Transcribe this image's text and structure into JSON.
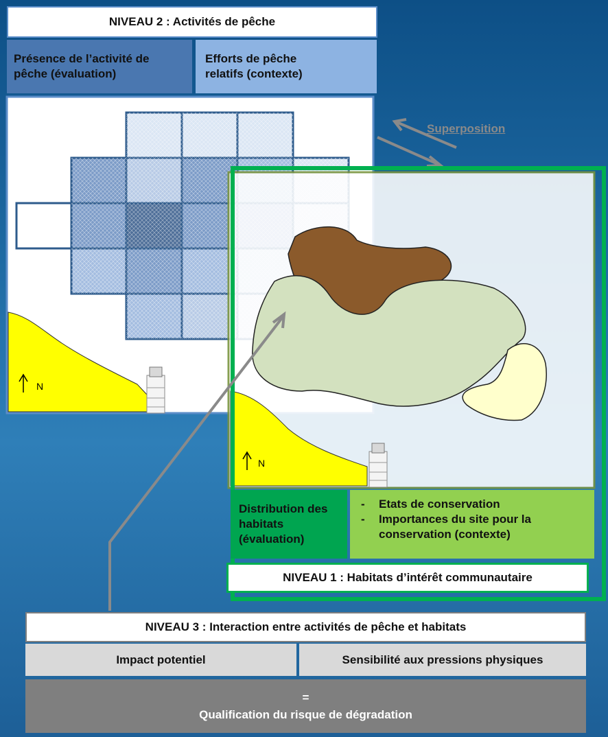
{
  "niveau2": {
    "title": "NIVEAU 2 : Activités de pêche",
    "presence": "Présence de l’activité de pêche (évaluation)",
    "efforts": "Efforts de pêche relatifs (contexte)"
  },
  "superposition": "Superposition",
  "north_label_1": "N",
  "north_label_2": "N",
  "niveau1": {
    "distribution": "Distribution des habitats (évaluation)",
    "bullets": [
      "Etats de conservation",
      "Importances du site pour la conservation (contexte)"
    ],
    "title": "NIVEAU 1 : Habitats d’intérêt communautaire"
  },
  "niveau3": {
    "title": "NIVEAU 3 : Interaction entre activités de pêche et habitats",
    "impact": "Impact potentiel",
    "sensibilite": "Sensibilité aux pressions physiques",
    "equals": "=",
    "qualification": "Qualification du risque de dégradation"
  },
  "colors": {
    "level2_blue": "#4a77b0",
    "level2_light": "#8db3e2",
    "level1_green": "#00a550",
    "level1_light": "#92d050",
    "risk_grey": "#7f7f7f"
  }
}
